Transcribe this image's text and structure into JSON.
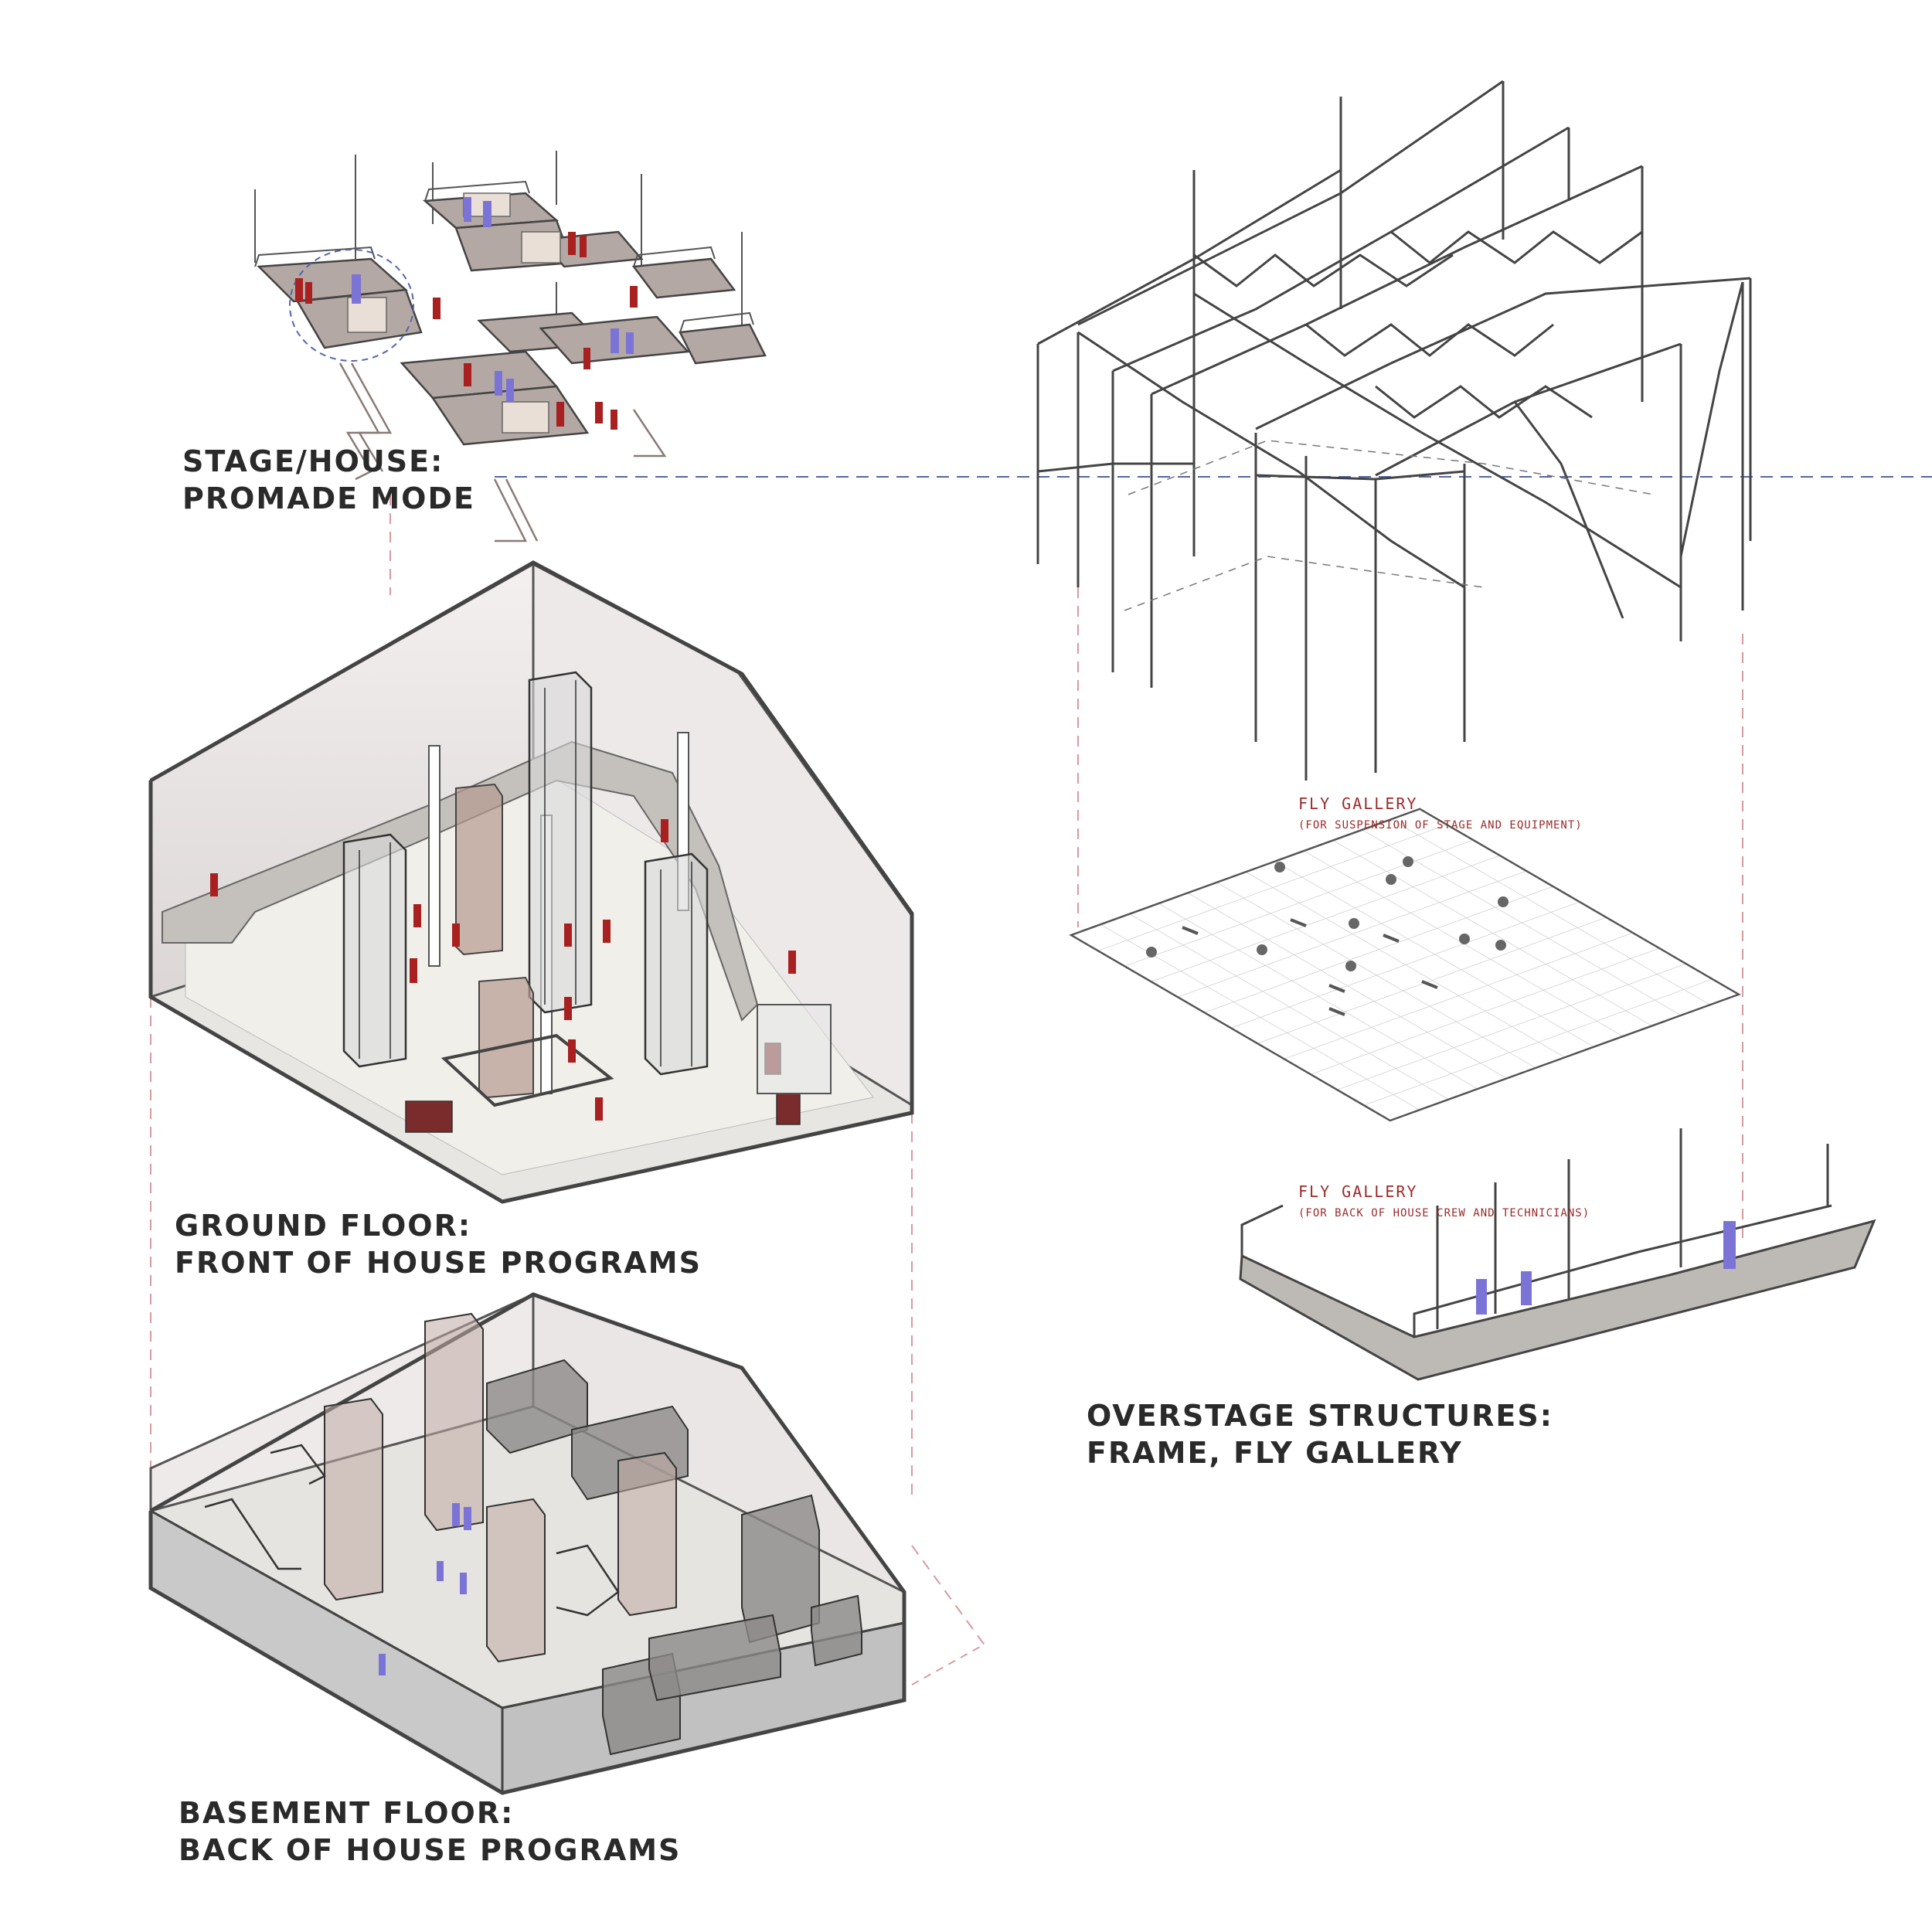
{
  "labels": {
    "stage_house": {
      "line1": "STAGE/HOUSE:",
      "line2": "PROMADE MODE"
    },
    "ground_floor": {
      "line1": "GROUND FLOOR:",
      "line2": "FRONT OF HOUSE PROGRAMS"
    },
    "basement_floor": {
      "line1": "BASEMENT FLOOR:",
      "line2": "BACK OF HOUSE PROGRAMS"
    },
    "overstage": {
      "line1": "OVERSTAGE STRUCTURES:",
      "line2": "FRAME, FLY GALLERY"
    }
  },
  "annotations": {
    "fly_gallery_upper": {
      "title": "FLY GALLERY",
      "note": "(FOR SUSPENSION OF STAGE AND EQUIPMENT)"
    },
    "fly_gallery_lower": {
      "title": "FLY GALLERY",
      "note": "(FOR BACK OF HOUSE CREW AND TECHNICIANS)"
    }
  },
  "colors": {
    "audience_figures": "#a82020",
    "crew_figures": "#7b74d6",
    "annotation_text": "#9c2a2a",
    "guide_line": "#5566aa",
    "projection_line": "#d89aa0",
    "line_work": "#555555"
  }
}
